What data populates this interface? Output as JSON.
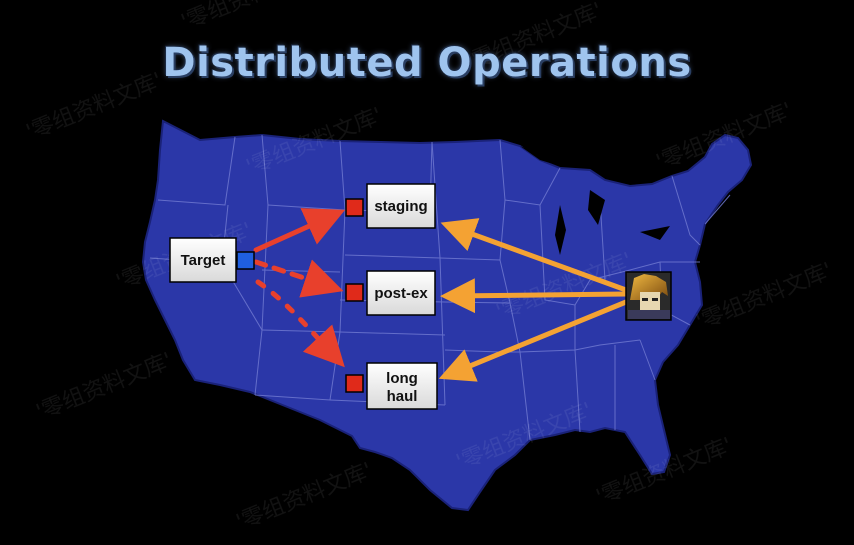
{
  "title": "Distributed Operations",
  "nodes": {
    "target": "Target",
    "staging": "staging",
    "post_ex": "post-ex",
    "long_haul_line1": "long",
    "long_haul_line2": "haul"
  },
  "watermark": "'零组资料文库'",
  "colors": {
    "map_fill": "#2b37a8",
    "state_lines": "#6f78d0",
    "attack_arrows": "#e8402c",
    "operator_arrows": "#f4a233",
    "connector_red": "#e02a1a",
    "connector_blue": "#1f5fe0",
    "title": "#9fc4ee"
  },
  "icons": {
    "operator": "operator-avatar-icon"
  }
}
